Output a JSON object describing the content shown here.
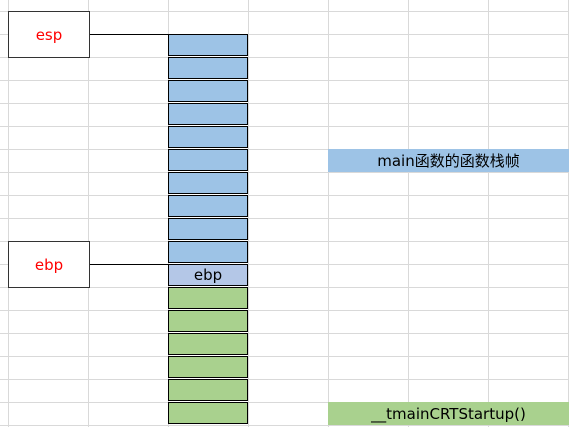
{
  "registers": {
    "esp": {
      "label": "esp",
      "color": "#ff0000"
    },
    "ebp": {
      "label": "ebp",
      "color": "#ff0000"
    }
  },
  "stack": {
    "main_frame": {
      "fill": "#9dc3e6",
      "cell_count": 10
    },
    "saved_ebp": {
      "label": "ebp",
      "fill": "#b4c7e7"
    },
    "caller_frame": {
      "fill": "#a9d18e",
      "cell_count": 6
    }
  },
  "legend": {
    "main": {
      "label": "main函数的函数栈帧",
      "fill": "#9dc3e6"
    },
    "caller": {
      "label": "__tmainCRTStartup()",
      "fill": "#a9d18e"
    }
  }
}
